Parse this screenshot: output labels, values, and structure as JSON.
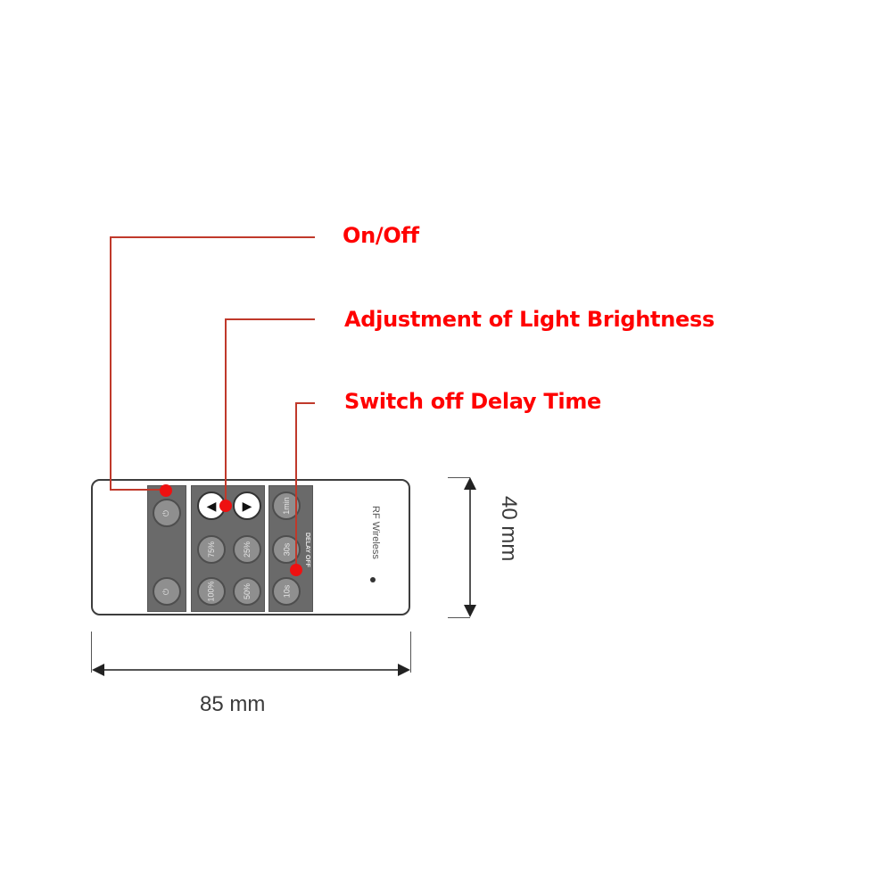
{
  "callouts": [
    {
      "label": "On/Off",
      "target": "power-button"
    },
    {
      "label": "Adjustment of Light Brightness",
      "target": "brightness-buttons"
    },
    {
      "label": "Switch off Delay Time",
      "target": "delay-buttons"
    }
  ],
  "remote": {
    "brand_text": "RF Wireless",
    "delay_label": "DELAY OFF",
    "power_buttons": [
      "power",
      "power"
    ],
    "brightness_buttons": [
      "75%",
      "25%",
      "100%",
      "50%"
    ],
    "delay_buttons": [
      "1min",
      "30s",
      "10s"
    ]
  },
  "dimensions": {
    "width": "85 mm",
    "height": "40 mm"
  },
  "colors": {
    "callout_text": "#ff0000",
    "leader_line": "#c0392b",
    "panel": "#6a6a6a"
  }
}
